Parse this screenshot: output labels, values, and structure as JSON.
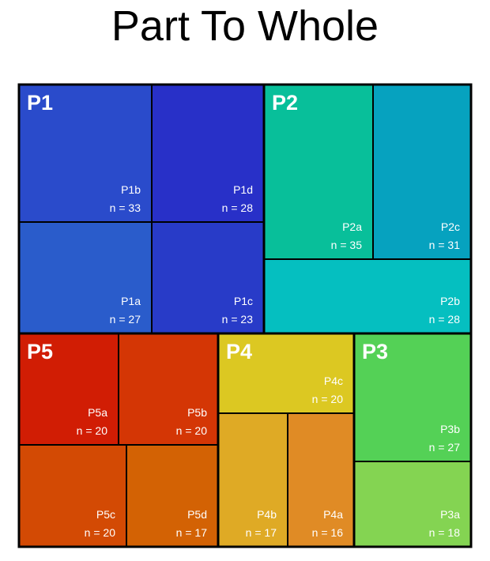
{
  "chart_data": {
    "type": "treemap",
    "title": "Part To Whole",
    "groups": [
      {
        "name": "P1",
        "cells": [
          {
            "label": "P1b",
            "value": 33,
            "value_text": "n = 33",
            "color": "#2A4BCB"
          },
          {
            "label": "P1d",
            "value": 28,
            "value_text": "n = 28",
            "color": "#2830C8"
          },
          {
            "label": "P1a",
            "value": 27,
            "value_text": "n = 27",
            "color": "#2A5CCB"
          },
          {
            "label": "P1c",
            "value": 23,
            "value_text": "n = 23",
            "color": "#283BC8"
          }
        ]
      },
      {
        "name": "P2",
        "cells": [
          {
            "label": "P2a",
            "value": 35,
            "value_text": "n = 35",
            "color": "#08BF9A"
          },
          {
            "label": "P2c",
            "value": 31,
            "value_text": "n = 31",
            "color": "#06A2BF"
          },
          {
            "label": "P2b",
            "value": 28,
            "value_text": "n = 28",
            "color": "#05BFC0"
          }
        ]
      },
      {
        "name": "P5",
        "cells": [
          {
            "label": "P5a",
            "value": 20,
            "value_text": "n = 20",
            "color": "#D11D04"
          },
          {
            "label": "P5b",
            "value": 20,
            "value_text": "n = 20",
            "color": "#D43605"
          },
          {
            "label": "P5c",
            "value": 20,
            "value_text": "n = 20",
            "color": "#D34A04"
          },
          {
            "label": "P5d",
            "value": 17,
            "value_text": "n = 17",
            "color": "#D36204"
          }
        ]
      },
      {
        "name": "P4",
        "cells": [
          {
            "label": "P4c",
            "value": 20,
            "value_text": "n = 20",
            "color": "#DCC822"
          },
          {
            "label": "P4b",
            "value": 17,
            "value_text": "n = 17",
            "color": "#DFAA25"
          },
          {
            "label": "P4a",
            "value": 16,
            "value_text": "n = 16",
            "color": "#E08B25"
          }
        ]
      },
      {
        "name": "P3",
        "cells": [
          {
            "label": "P3b",
            "value": 27,
            "value_text": "n = 27",
            "color": "#54D156"
          },
          {
            "label": "P3a",
            "value": 18,
            "value_text": "n = 18",
            "color": "#84D452"
          }
        ]
      }
    ]
  }
}
